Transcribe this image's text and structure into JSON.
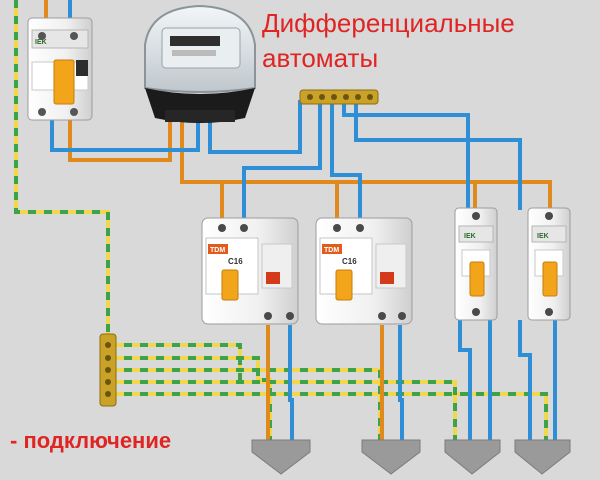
{
  "title": {
    "line1": "Дифференциальные",
    "line2": "автоматы"
  },
  "caption": "- подключение",
  "device_labels": {
    "rcbo_rating": "C16",
    "rcbo_brand": "TDM",
    "mcb_brand": "IEK"
  },
  "colors": {
    "background": "#d9d9d9",
    "title_text": "#e02424",
    "phase_wire": "#e08a1e",
    "neutral_wire": "#2f8fd6",
    "ground_wire_yellow": "#f2d64b",
    "ground_wire_green": "#3ea24a",
    "device_body": "#f4f4f4",
    "lever": "#f2a51a",
    "ground_arrow": "#9a9a9a"
  },
  "icons": {
    "meter": "electric-meter-icon",
    "mcb": "circuit-breaker-icon",
    "rcbo": "rcbo-icon",
    "bus": "terminal-bus-icon",
    "ground": "ground-arrow-icon"
  }
}
